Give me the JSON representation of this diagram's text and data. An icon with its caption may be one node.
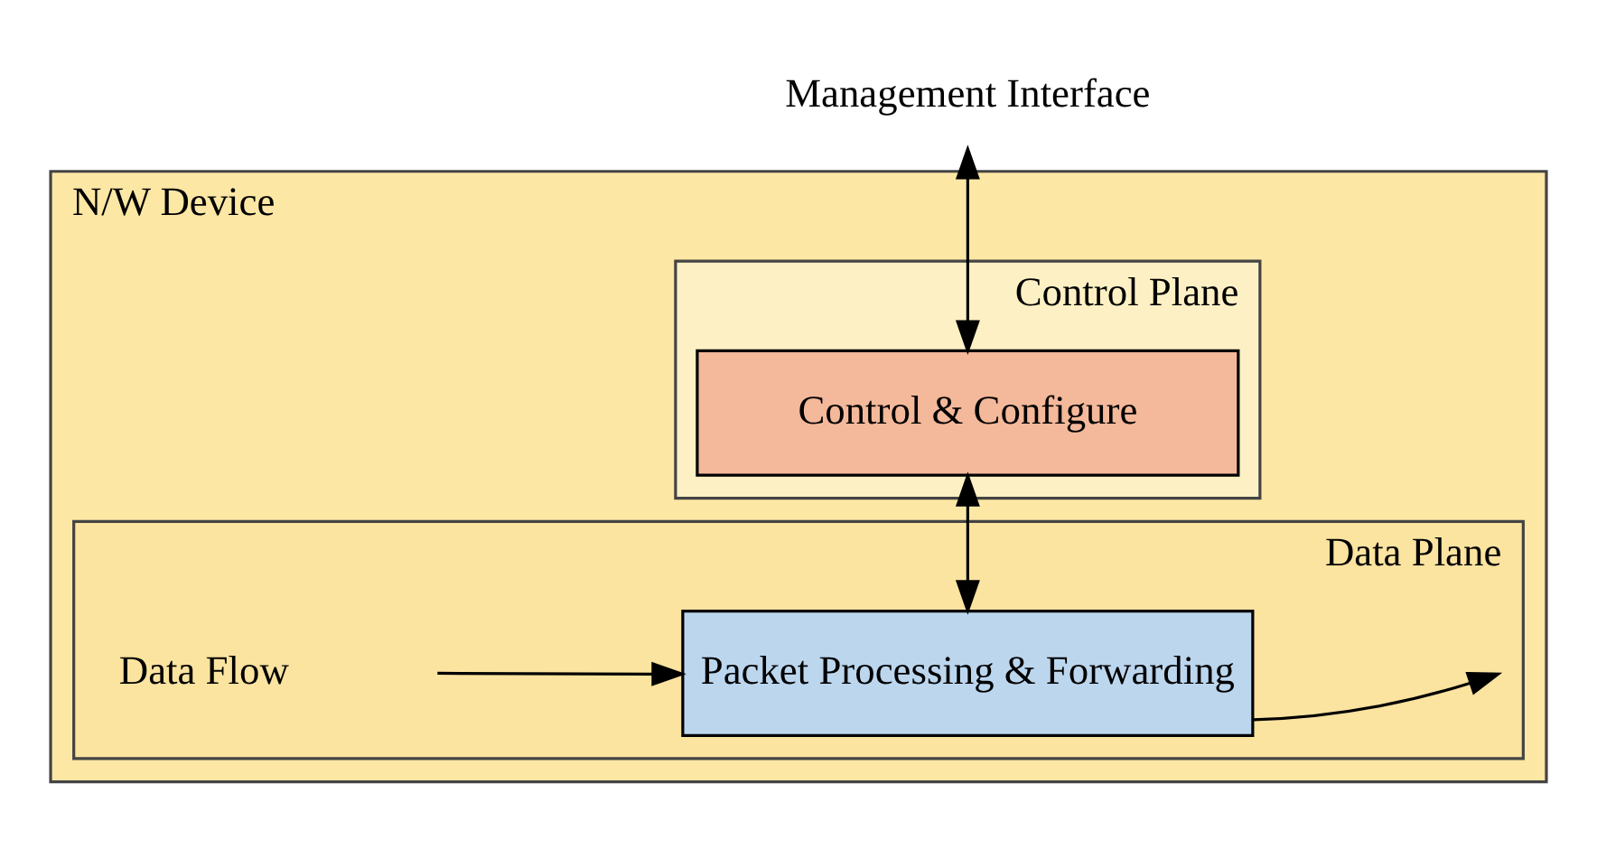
{
  "diagram": {
    "nodes": [
      {
        "text": [
          "N/W Device"
        ]
      },
      {
        "text": [
          "Control Plane"
        ],
        "in": 0
      },
      {
        "text": [
          "Data Plane"
        ],
        "in": 0
      },
      {
        "text": [
          "Control & Configure"
        ],
        "in": 1
      },
      {
        "text": [
          "Packet Processing & Forwarding"
        ],
        "in": 2
      },
      {
        "text": [
          "Management Interface"
        ]
      }
    ],
    "edges": [
      {
        "from": 5,
        "to": 3,
        "arrow": "both"
      },
      {
        "from": 3,
        "to": 4,
        "arrow": "both"
      },
      {
        "from": 4,
        "to": null,
        "arrow": "to"
      },
      {
        "from": null,
        "to": 4,
        "arrow": "to"
      }
    ],
    "labels": [
      "Data Flow"
    ]
  }
}
